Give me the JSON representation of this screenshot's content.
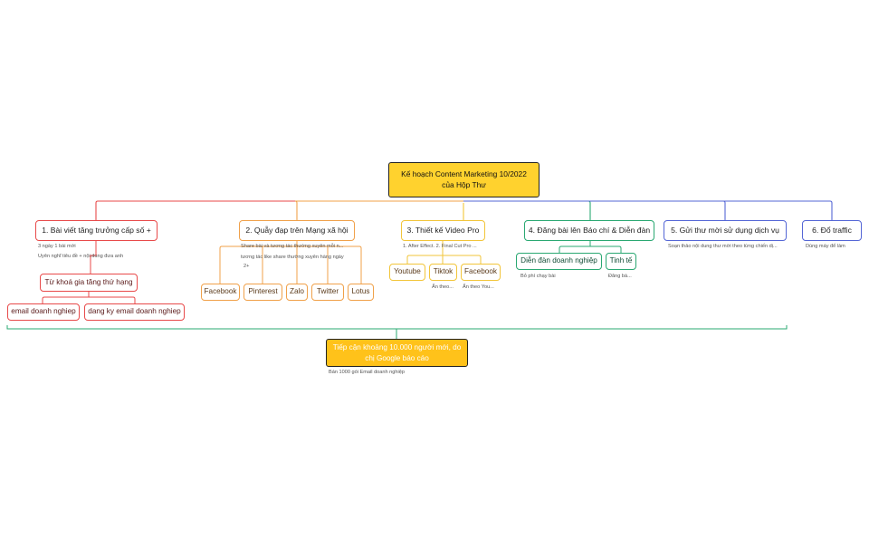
{
  "root": {
    "line1": "Kế hoạch Content Marketing 10/2022",
    "line2": "của Hộp Thư"
  },
  "branches": [
    {
      "label": "1. Bài viết tăng trưởng cấp số +",
      "notes": [
        "3 ngày 1 bài mới",
        "Uyên nghĩ  tiêu đề + nội dung đưa anh"
      ],
      "child": "Từ khoá gia tăng thứ hạng",
      "leaves": [
        "email doanh nghiep",
        "dang ky email doanh nghiep"
      ]
    },
    {
      "label": "2. Quẫy đạp trên Mạng xã hội",
      "notes": [
        "Share bài và tương tác thường xuyên mỗi n...",
        "tương tác like share thường xuyên hàng ngày",
        "2+"
      ],
      "leaves": [
        "Facebook",
        "Pinterest",
        "Zalo",
        "Twitter",
        "Lotus"
      ]
    },
    {
      "label": "3. Thiết kế Video Pro",
      "notes": [
        "1. After Effect. 2. Final Cut Pro ..."
      ],
      "leaves": [
        "Youtube",
        "Tiktok",
        "Facebook"
      ],
      "leaf_notes": [
        "Ấn theo...",
        "Ấn theo You..."
      ]
    },
    {
      "label": "4. Đăng bài lên Báo chí & Diễn đàn",
      "leaves": [
        "Diễn đàn doanh nghiệp",
        "Tinh tế"
      ],
      "leaf_notes": [
        "Bỏ phí chạy bài",
        "Đăng bà..."
      ]
    },
    {
      "label": "5. Gửi thư mời sử dụng dịch vụ",
      "notes": [
        "Soạn thảo nội dung thư mời theo từng chiến dị..."
      ]
    },
    {
      "label": "6. Đổ traffic",
      "notes": [
        "Dùng máy để làm"
      ]
    }
  ],
  "summary": {
    "line1": "Tiếp cận khoảng 10.000 người mới, do",
    "line2": "chị Google báo cáo",
    "note": "Bán 1000 gói Email doanh nghiệp"
  },
  "colors": {
    "branch1": "#e84a4a",
    "branch2": "#f0a14a",
    "branch3": "#f2c53a",
    "branch4": "#2aa872",
    "branch5": "#5567d6",
    "branch6": "#5567d6",
    "summary_brace": "#2aa872",
    "root_fill": "#ffd22e",
    "summary_fill": "#ffc21a"
  }
}
